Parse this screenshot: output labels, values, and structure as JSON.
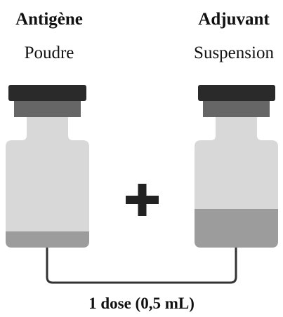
{
  "antigen": {
    "title": "Antigène",
    "form": "Poudre"
  },
  "adjuvant": {
    "title": "Adjuvant",
    "form": "Suspension"
  },
  "dose": {
    "label": "1 dose (0,5 mL)"
  },
  "colors": {
    "cap_top": "#2a2a2a",
    "cap_collar": "#666666",
    "vial_light": "#d8d8d8",
    "vial_fill": "#9c9c9c",
    "connector": "#333333",
    "plus": "#222222"
  },
  "icons": {
    "antigen_vial": "vial-icon",
    "adjuvant_vial": "vial-icon",
    "plus": "plus-icon"
  }
}
